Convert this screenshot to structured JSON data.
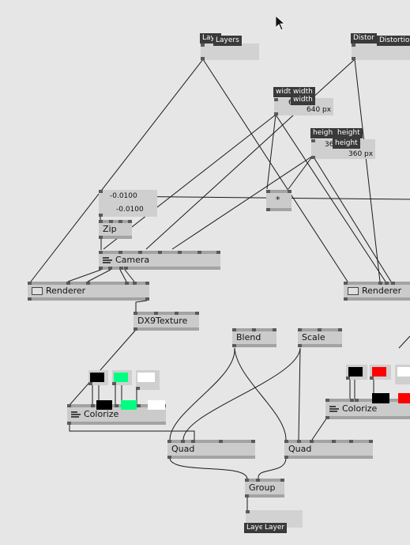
{
  "nodes": {
    "layers_in": {
      "tag_short": "Laye",
      "tag_full": "Layers"
    },
    "distortion_in": {
      "tag_short": "Distor",
      "tag_full": "Distortion"
    },
    "width_in": {
      "tag_short": "widt",
      "tag_full": "width",
      "tag_full2": "width",
      "value_short": "640",
      "value": "640 px"
    },
    "height_in": {
      "tag_short": "heigh",
      "tag_full": "height",
      "tag_full2": "height",
      "value_short": "36",
      "value": "360 px"
    },
    "vector": {
      "value1": "-0.0100",
      "value2": "-0.0100"
    },
    "multiply": {
      "label": "*"
    },
    "zip": {
      "label": "Zip"
    },
    "camera": {
      "label": "Camera"
    },
    "renderer_left": {
      "label": "Renderer"
    },
    "renderer_right": {
      "label": "Renderer"
    },
    "dx9texture": {
      "label": "DX9Texture"
    },
    "blend": {
      "label": "Blend"
    },
    "scale": {
      "label": "Scale"
    },
    "colorize_left": {
      "label": "Colorize"
    },
    "colorize_right": {
      "label": "Colorize"
    },
    "quad_left": {
      "label": "Quad"
    },
    "quad_right": {
      "label": "Quad"
    },
    "group": {
      "label": "Group"
    },
    "layer_out": {
      "tag_short": "Laye",
      "tag_full": "Layer"
    }
  },
  "colors": {
    "black": "#000000",
    "green": "#00ff80",
    "white": "#ffffff",
    "red": "#ff0000",
    "node_fill": "#cbcbcb",
    "node_bar": "#a3a3a3",
    "wire": "#1a1a1a",
    "background": "#e6e6e6"
  },
  "icons": [
    "mouse-cursor-icon",
    "renderer-window-icon",
    "list-icon"
  ]
}
